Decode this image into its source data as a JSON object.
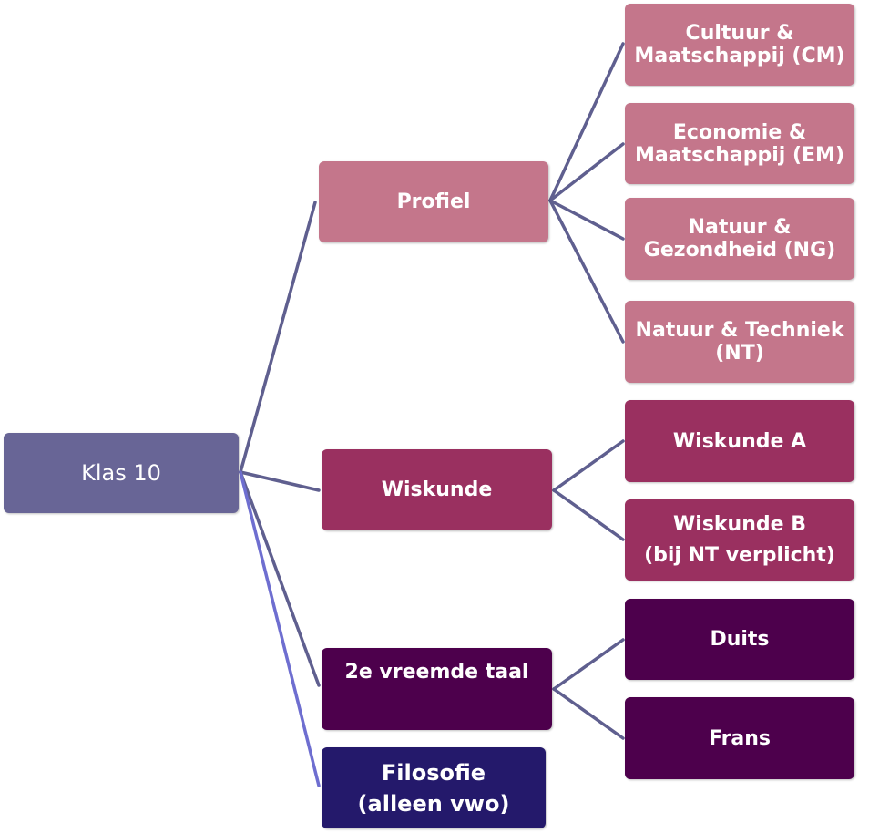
{
  "diagram": {
    "root": {
      "label": "Klas 10",
      "color": "#686596"
    },
    "branches": [
      {
        "label": "Profiel",
        "color": "#c4768b",
        "children": [
          {
            "line1": "Cultuur &",
            "line2": "Maatschappij (CM)"
          },
          {
            "line1": "Economie &",
            "line2": "Maatschappij (EM)"
          },
          {
            "line1": "Natuur &",
            "line2": "Gezondheid (NG)"
          },
          {
            "line1": "Natuur & Techniek",
            "line2": "(NT)"
          }
        ]
      },
      {
        "label": "Wiskunde",
        "color": "#9a3060",
        "children": [
          {
            "line1": "Wiskunde A",
            "line2": ""
          },
          {
            "line1": "Wiskunde B",
            "line2": "(bij NT verplicht)"
          }
        ]
      },
      {
        "label": "2e vreemde taal",
        "color": "#4d004c",
        "children": [
          {
            "line1": "Duits",
            "line2": ""
          },
          {
            "line1": "Frans",
            "line2": ""
          }
        ]
      },
      {
        "line1": "Filosofie",
        "line2": "(alleen vwo)",
        "color": "#24196b",
        "children": []
      }
    ],
    "connector_color": "#5f5f8f",
    "highlight_connector_color": "#6e6ed0"
  }
}
